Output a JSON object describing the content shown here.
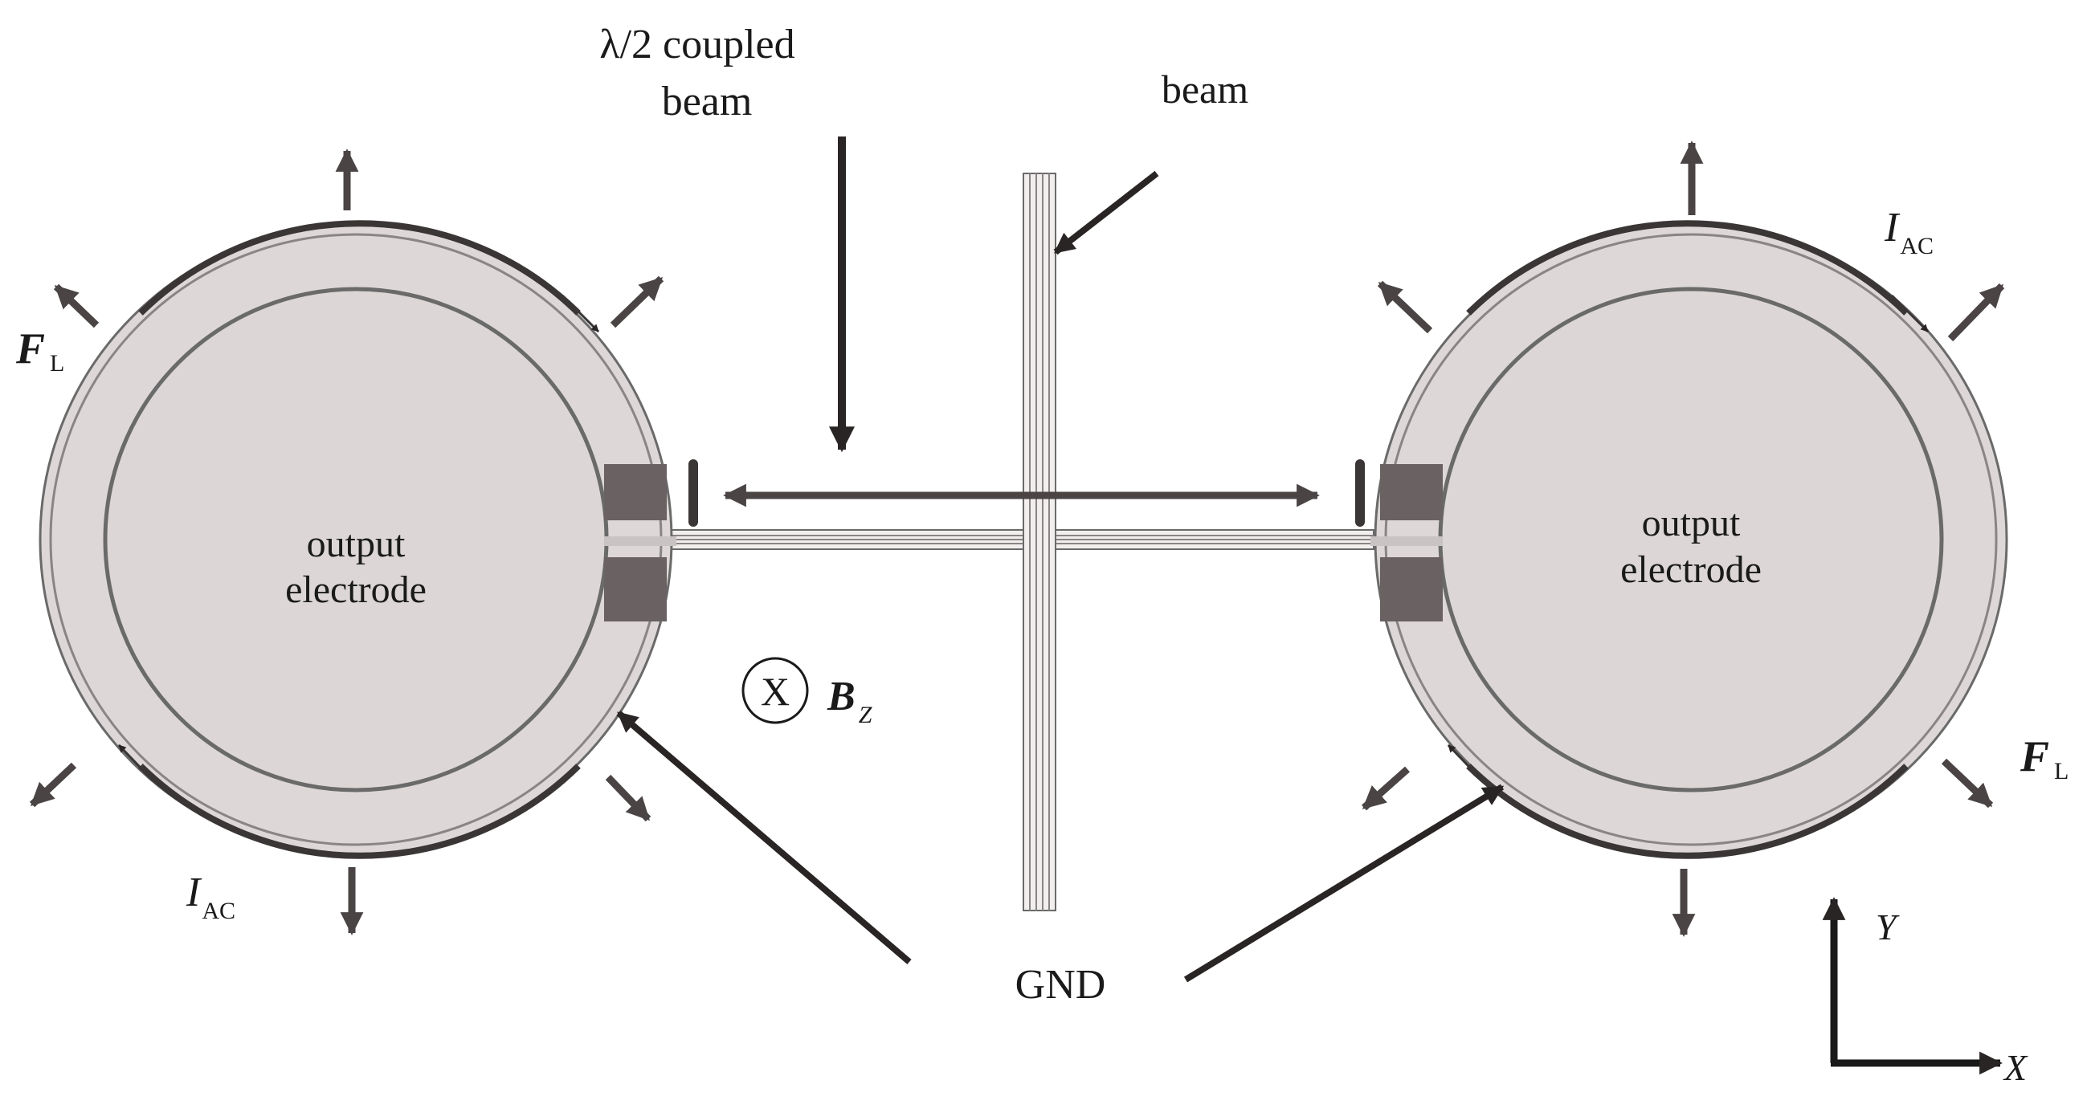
{
  "labels": {
    "coupled_beam_line1": "λ/2 coupled",
    "coupled_beam_line2": "beam",
    "beam": "beam",
    "gnd": "GND",
    "left_disk_line1": "output",
    "left_disk_line2": "electrode",
    "right_disk_line1": "output",
    "right_disk_line2": "electrode",
    "force_main": "F",
    "force_sub": "L",
    "current_main": "I",
    "current_sub": "AC",
    "bfield_symbol": "X",
    "bfield_main": "B",
    "bfield_sub": "Z",
    "axis_y": "Y",
    "axis_x": "X"
  },
  "colors": {
    "disk_fill": "#dcd6d6",
    "ring_fill": "#ddd7d7",
    "edge": "#6a6a6a",
    "dark": "#3a3636",
    "arrow": "#4a4444",
    "text": "#1a1a1a"
  },
  "icons": {
    "bfield": "circled-x-icon"
  }
}
